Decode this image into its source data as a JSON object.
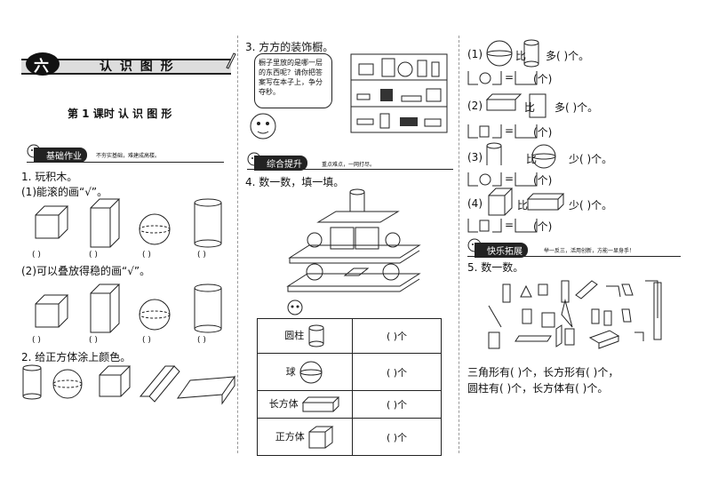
{
  "unit": {
    "badge": "六",
    "title": "认 识 图 形"
  },
  "lesson_title": "第 1 课时  认 识 图 形",
  "section1": {
    "label": "基础作业",
    "motto": "不夯实基础，难建成高楼。"
  },
  "q1": {
    "title": "1. 玩积木。",
    "part1": "(1)能滚的画“√”。",
    "part2": "(2)可以叠放得稳的画“√”。",
    "blank": "(   )"
  },
  "q2": {
    "title": "2. 给正方体涂上颜色。"
  },
  "q3": {
    "title": "3. 方方的装饰橱。",
    "bubble": "橱子里放的是哪一层的东西呢？请你把答案写在本子上，争分夺秒。"
  },
  "section2": {
    "label": "综合提升",
    "motto": "重点难点，一网打尽。"
  },
  "q4": {
    "title": "4. 数一数，填一填。",
    "rows": [
      {
        "name": "圆柱",
        "answer": "(     )个"
      },
      {
        "name": "球",
        "answer": "(     )个"
      },
      {
        "name": "长方体",
        "answer": "(     )个"
      },
      {
        "name": "正方体",
        "answer": "(     )个"
      }
    ]
  },
  "compare": {
    "l1": "比",
    "l1b": "多(     )个。",
    "l2": "比",
    "l2b": "多(     )个。",
    "l3": "比",
    "l3b": "少(     )个。",
    "l4": "比",
    "l4b": "少(     )个。",
    "eq": "=",
    "unit": "(个)"
  },
  "section3": {
    "label": "快乐拓展",
    "motto": "举一反三，活用创新，方能一显身手！"
  },
  "q5": {
    "title": "5. 数一数。",
    "line1": "三角形有(     )个，长方形有(     )个，",
    "line2": "圆柱有(     )个，长方体有(     )个。"
  },
  "colors": {
    "ink": "#111111",
    "banner": "#dddddd"
  }
}
